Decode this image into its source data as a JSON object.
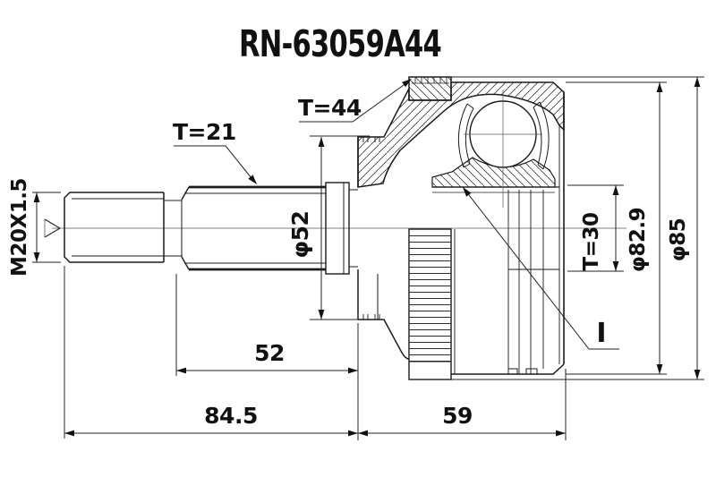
{
  "title": "RN-63059A44",
  "labels": {
    "thread_spec": "M20X1.5",
    "shaft_spline_teeth": "T=21",
    "abs_ring_teeth": "T=44",
    "boot_groove_diameter": "φ52",
    "inner_race_spline_teeth": "T=30",
    "body_diameter": "φ82.9",
    "outer_diameter": "φ85",
    "inner_race_mark": "I",
    "spline_length": "52",
    "stub_total_length": "84.5",
    "body_length": "59"
  },
  "colors": {
    "ink": "#1b1b1b",
    "background": "#ffffff"
  }
}
